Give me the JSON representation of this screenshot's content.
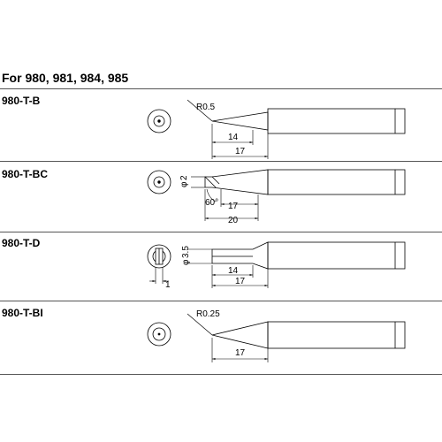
{
  "header": {
    "title": "For  980, 981, 984, 985"
  },
  "tips": [
    {
      "model": "980-T-B",
      "annotations": {
        "radius": "R0.5"
      },
      "dimensions": [
        "14",
        "17"
      ]
    },
    {
      "model": "980-T-BC",
      "annotations": {
        "diameter": "2",
        "angle": "60°"
      },
      "dimensions": [
        "17",
        "20"
      ]
    },
    {
      "model": "980-T-D",
      "annotations": {
        "diameter": "3.5",
        "thickness": "1"
      },
      "dimensions": [
        "14",
        "17"
      ]
    },
    {
      "model": "980-T-BI",
      "annotations": {
        "radius": "R0.25"
      },
      "dimensions": [
        "17"
      ]
    }
  ],
  "symbols": {
    "diameter": "φ"
  }
}
